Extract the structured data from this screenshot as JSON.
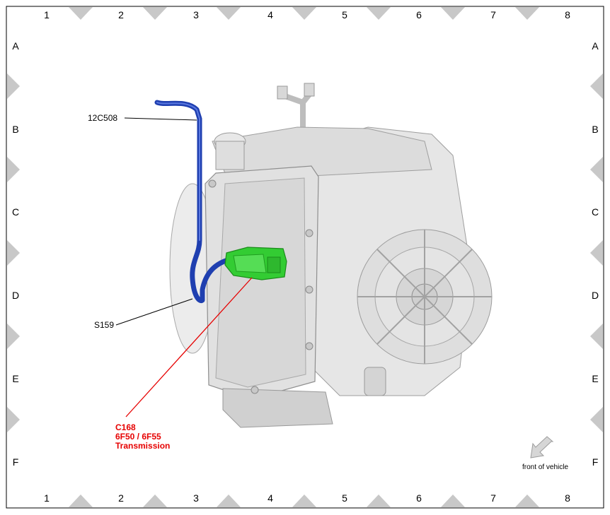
{
  "frame": {
    "columns": [
      "1",
      "2",
      "3",
      "4",
      "5",
      "6",
      "7",
      "8"
    ],
    "rows": [
      "A",
      "B",
      "C",
      "D",
      "E",
      "F"
    ]
  },
  "callouts": {
    "hose": "12C508",
    "splice": "S159",
    "connector_id": "C168",
    "connector_desc_1": "6F50 / 6F55",
    "connector_desc_2": "Transmission"
  },
  "orientation": {
    "label": "front of vehicle",
    "icon": "arrow-icon"
  },
  "colors": {
    "hose": "#1f3fb0",
    "connector": "#33cc33",
    "leader_red": "#e60000",
    "frame_triangles": "#c8c8c8"
  }
}
